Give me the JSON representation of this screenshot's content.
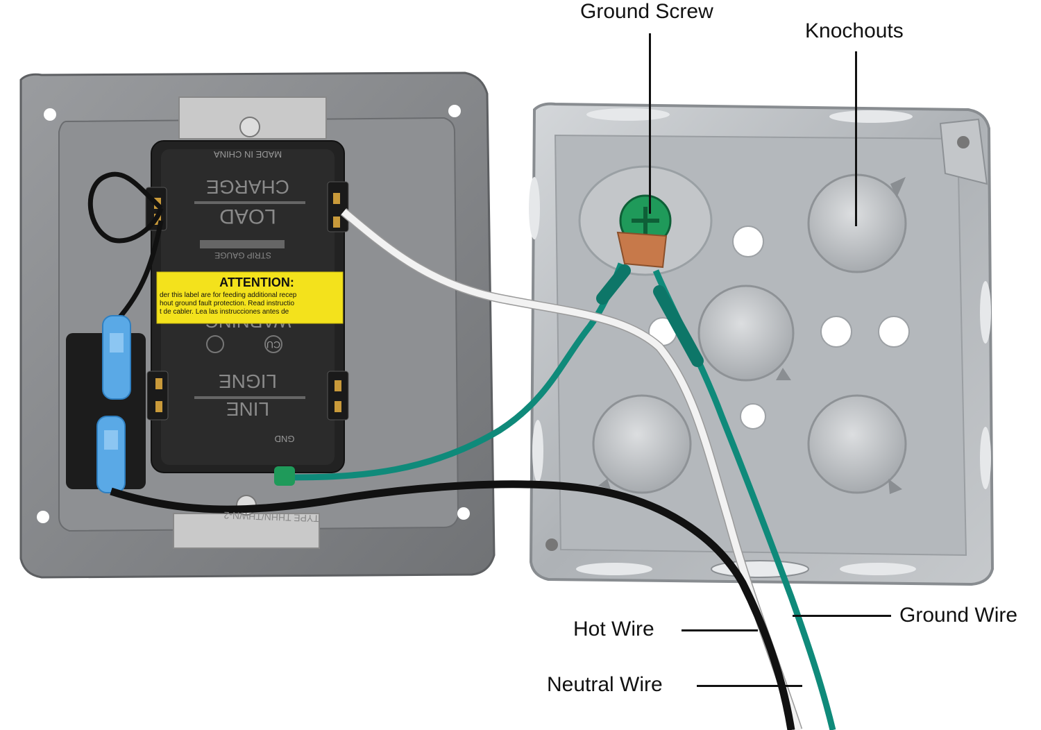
{
  "callouts": {
    "ground_screw": "Ground Screw",
    "knockouts": "Knochouts",
    "ground_wire": "Ground Wire",
    "hot_wire": "Hot Wire",
    "neutral_wire": "Neutral Wire"
  },
  "receptacle": {
    "made_in": "MADE IN CHINA",
    "charge": "CHARGE",
    "load": "LOAD",
    "strip_gauge": "STRIP GAUGE",
    "attention": "ATTENTION:",
    "attention_line1": "der this label are for feeding additional recep",
    "attention_line2": "hout ground fault protection. Read instructio",
    "attention_line3": "t de cabler.  Lea las instrucciones antes de",
    "warning": "WARNING",
    "ligne": "LIGNE",
    "line": "LINE",
    "gnd": "GND",
    "cu": "CU"
  },
  "cable_print": "TYPE THHN/THWN-2",
  "colors": {
    "background": "#ffffff",
    "cover_gray": "#8a8c8f",
    "steel_box": "#b9bcc0",
    "receptacle_body": "#222222",
    "label_yellow": "#f3e21c",
    "ground_green": "#0f8a7a",
    "neutral_white": "#f2f2f2",
    "hot_black": "#111111",
    "connector_blue": "#5aa9e6",
    "screw_green": "#1f9a5a"
  }
}
